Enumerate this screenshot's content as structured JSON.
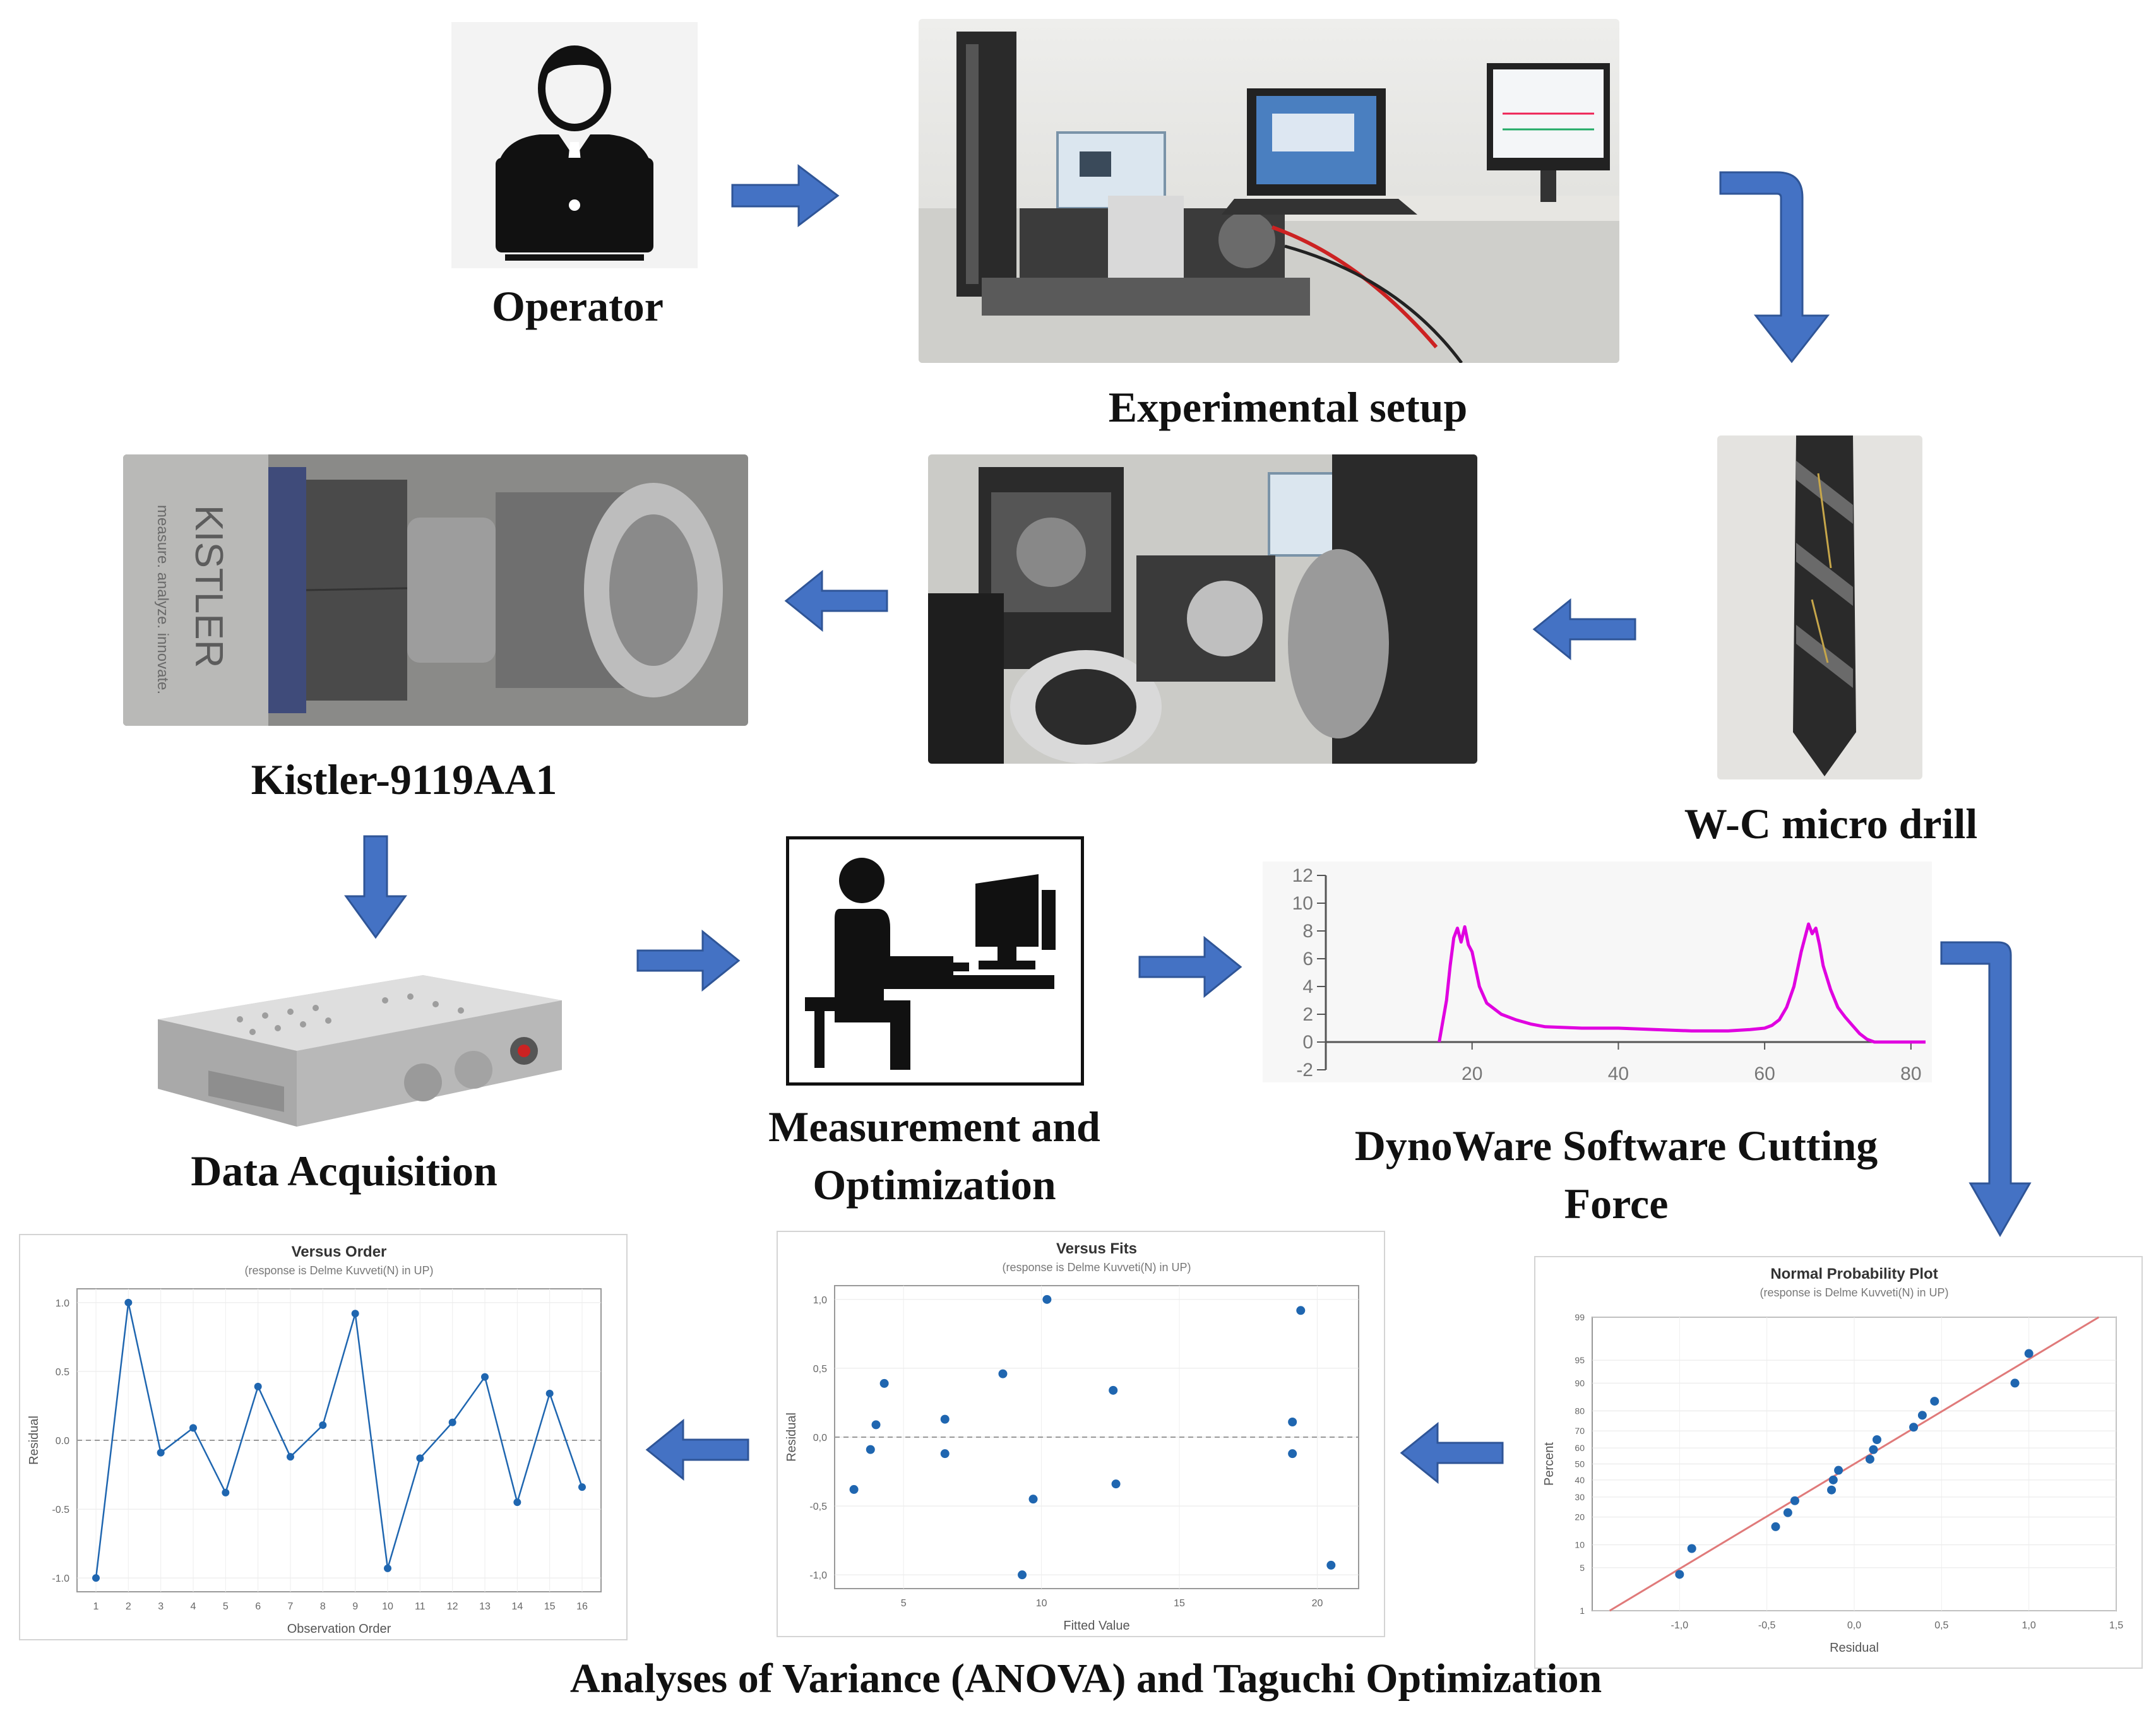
{
  "labels": {
    "operator": "Operator",
    "experimental_setup": "Experimental setup",
    "kistler": "Kistler-9119AA1",
    "wc_micro_drill": "W-C micro drill",
    "data_acquisition": "Data Acquisition",
    "measurement_line1": "Measurement and",
    "measurement_line2": "Optimization",
    "dynoware_line1": "DynoWare Software Cutting",
    "dynoware_line2": "Force",
    "anova": "Analyses of Variance (ANOVA) and Taguchi Optimization"
  },
  "photo_text": {
    "kistler_brand": "KISTLER",
    "kistler_tagline": "measure. analyze. innovate."
  },
  "colors": {
    "arrow": "#4472c4",
    "arrow_edge": "#2f5597",
    "force_trace": "#e000e0",
    "residual_plot": "#1f66b0",
    "fit_line": "#e07a7a"
  },
  "icons": [
    "person-laptop-icon",
    "person-computer-icon"
  ],
  "chart_data": [
    {
      "type": "line",
      "title": "",
      "x_ticks": [
        "20",
        "40",
        "60",
        "80"
      ],
      "y_ticks": [
        "12",
        "10",
        "8",
        "6",
        "4",
        "2",
        "0",
        "-2"
      ],
      "xlim": [
        0,
        82
      ],
      "ylim": [
        -2,
        12
      ],
      "series": [
        {
          "x": [
            15.5,
            16.5,
            17,
            17.5,
            18,
            18.5,
            19,
            19.5,
            20,
            21,
            22,
            24,
            26,
            28,
            30,
            35,
            40,
            45,
            50,
            55,
            58,
            60,
            61,
            62,
            63,
            64,
            65,
            66,
            66.5,
            67,
            67.5,
            68,
            69,
            70,
            71,
            72,
            73,
            74,
            75,
            76,
            78,
            80,
            82
          ],
          "y": [
            0,
            3,
            5.5,
            7.5,
            8.2,
            7.2,
            8.3,
            7,
            6.5,
            4,
            2.8,
            2,
            1.6,
            1.3,
            1.1,
            1,
            1,
            0.9,
            0.8,
            0.8,
            0.9,
            1,
            1.2,
            1.6,
            2.5,
            4,
            6.5,
            8.5,
            7.8,
            8.2,
            7,
            5.5,
            3.8,
            2.5,
            1.8,
            1.2,
            0.6,
            0.2,
            0,
            0,
            0,
            0,
            0
          ]
        }
      ]
    },
    {
      "type": "line",
      "title": "Versus Order",
      "subtitle": "(response is Delme Kuvveti(N) in UP)",
      "xlabel": "Observation Order",
      "ylabel": "Residual",
      "x": [
        1,
        2,
        3,
        4,
        5,
        6,
        7,
        8,
        9,
        10,
        11,
        12,
        13,
        14,
        15,
        16
      ],
      "values": [
        -1.0,
        1.0,
        -0.09,
        0.09,
        -0.38,
        0.39,
        -0.12,
        0.11,
        0.92,
        -0.93,
        -0.13,
        0.13,
        0.46,
        -0.45,
        0.34,
        -0.34
      ],
      "y_ticks": [
        "1.0",
        "0.5",
        "0.0",
        "-0.5",
        "-1.0"
      ],
      "x_ticks": [
        "1",
        "2",
        "3",
        "4",
        "5",
        "6",
        "7",
        "8",
        "9",
        "10",
        "11",
        "12",
        "13",
        "14",
        "15",
        "16"
      ],
      "ylim": [
        -1.1,
        1.1
      ]
    },
    {
      "type": "scatter",
      "title": "Versus Fits",
      "subtitle": "(response is Delme Kuvveti(N) in UP)",
      "xlabel": "Fitted Value",
      "ylabel": "Residual",
      "points": [
        [
          3.2,
          -0.38
        ],
        [
          3.8,
          -0.09
        ],
        [
          4.0,
          0.09
        ],
        [
          4.3,
          0.39
        ],
        [
          6.5,
          0.13
        ],
        [
          6.5,
          -0.12
        ],
        [
          8.6,
          0.46
        ],
        [
          9.3,
          -1.0
        ],
        [
          9.7,
          -0.45
        ],
        [
          10.2,
          1.0
        ],
        [
          12.6,
          0.34
        ],
        [
          12.7,
          -0.34
        ],
        [
          19.1,
          0.11
        ],
        [
          19.1,
          -0.12
        ],
        [
          19.4,
          0.92
        ],
        [
          20.5,
          -0.93
        ]
      ],
      "y_ticks": [
        "1,0",
        "0,5",
        "0,0",
        "-0,5",
        "-1,0"
      ],
      "x_ticks": [
        "5",
        "10",
        "15",
        "20"
      ],
      "xlim": [
        2.5,
        21.5
      ],
      "ylim": [
        -1.1,
        1.1
      ]
    },
    {
      "type": "scatter",
      "title": "Normal Probability Plot",
      "subtitle": "(response is Delme Kuvveti(N) in UP)",
      "xlabel": "Residual",
      "ylabel": "Percent",
      "points": [
        [
          -1.0,
          4
        ],
        [
          -0.93,
          9
        ],
        [
          -0.45,
          16
        ],
        [
          -0.38,
          22
        ],
        [
          -0.34,
          28
        ],
        [
          -0.13,
          34
        ],
        [
          -0.12,
          40
        ],
        [
          -0.09,
          46
        ],
        [
          0.09,
          53
        ],
        [
          0.11,
          59
        ],
        [
          0.13,
          65
        ],
        [
          0.34,
          72
        ],
        [
          0.39,
          78
        ],
        [
          0.46,
          84
        ],
        [
          0.92,
          90
        ],
        [
          1.0,
          96
        ]
      ],
      "y_ticks": [
        "99",
        "95",
        "90",
        "80",
        "70",
        "60",
        "50",
        "40",
        "30",
        "20",
        "10",
        "5",
        "1"
      ],
      "x_ticks": [
        "-1,0",
        "-0,5",
        "0,0",
        "0,5",
        "1,0",
        "1,5"
      ],
      "xlim": [
        -1.5,
        1.5
      ]
    }
  ]
}
